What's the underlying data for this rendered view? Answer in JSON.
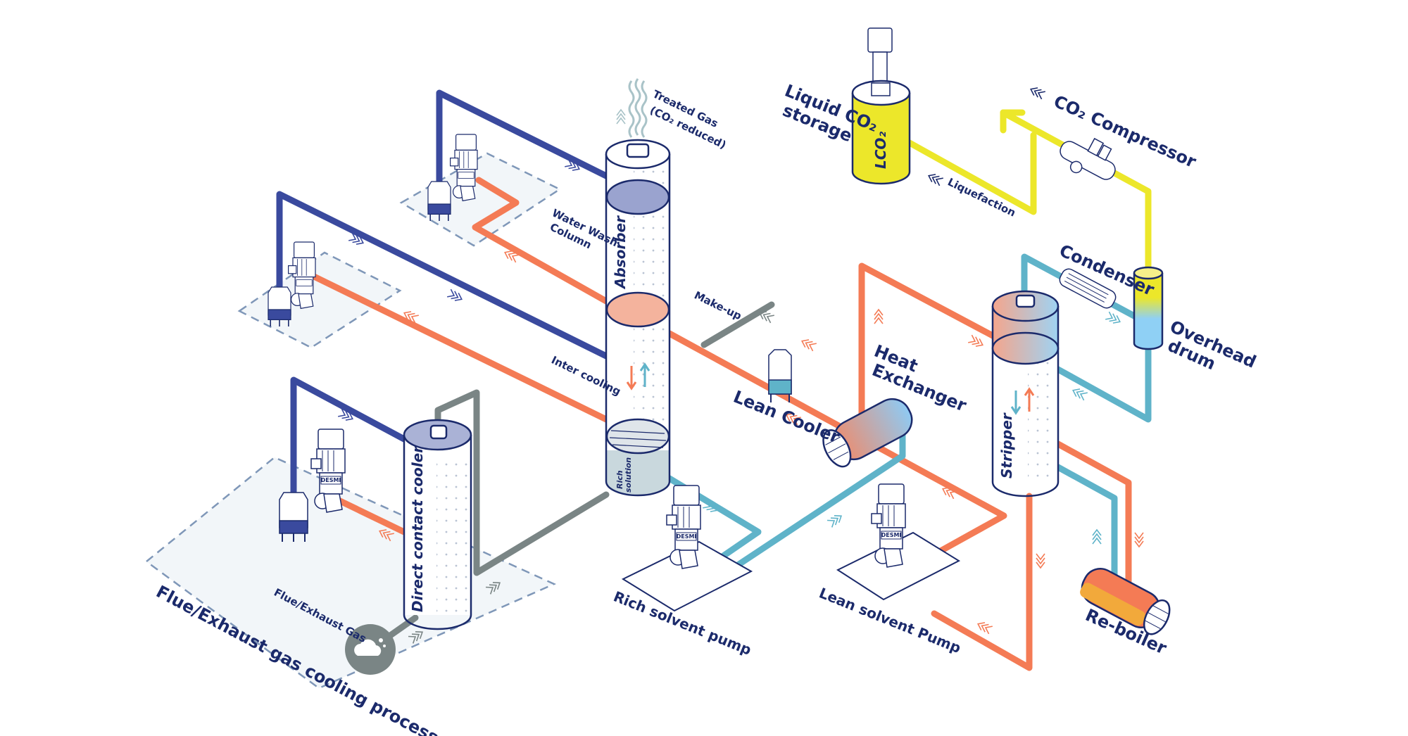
{
  "colors": {
    "navy_text": "#1b2a6b",
    "navy_pipe": "#3a4a9e",
    "orange_pipe": "#f47b55",
    "teal_pipe": "#5fb3c9",
    "gray_pipe": "#7a8585",
    "yellow_pipe": "#ece72a"
  },
  "labels": {
    "treated_gas_line1": "Treated Gas",
    "treated_gas_line2": "(CO₂ reduced)",
    "water_wash_line1": "Water Wash",
    "water_wash_line2": "Column",
    "absorber": "Absorber",
    "make_up": "Make-up",
    "inter_cooling": "Inter cooling",
    "rich_solution_line1": "Rich",
    "rich_solution_line2": "solution",
    "direct_contact_cooler": "Direct contact cooler",
    "flue_exhaust_gas": "Flue/Exhaust Gas",
    "flue_process": "Flue/Exhaust gas cooling process",
    "rich_solvent_pump": "Rich solvent pump",
    "lean_solvent_pump": "Lean solvent Pump",
    "lean_cooler": "Lean Cooler",
    "heat_exchanger_line1": "Heat",
    "heat_exchanger_line2": "Exchanger",
    "liquid_co2_line1": "Liquid CO₂",
    "liquid_co2_line2": "storage",
    "lco2": "LCO₂",
    "liquefaction": "Liquefaction",
    "co2_compressor": "CO₂ Compressor",
    "condenser": "Condenser",
    "overhead_drum_line1": "Overhead",
    "overhead_drum_line2": "drum",
    "stripper": "Stripper",
    "reboiler": "Re-boiler"
  },
  "pump_brand": "DESMI"
}
